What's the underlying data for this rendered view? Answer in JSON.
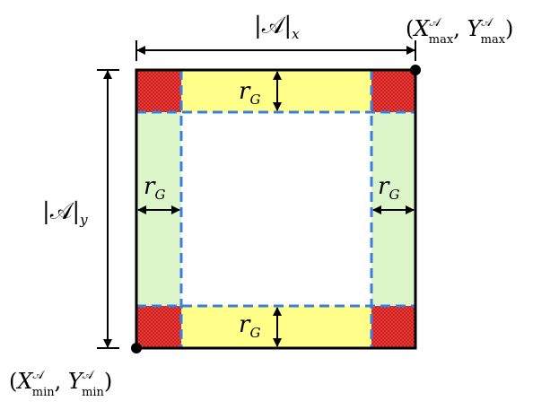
{
  "labels": {
    "width_label": {
      "base": "|𝒜|",
      "sub": "x"
    },
    "height_label": {
      "base": "|𝒜|",
      "sub": "y"
    },
    "max_corner": {
      "open": "(",
      "X": "X",
      "sup1": "𝒜",
      "sub1": "max",
      "sep": ", ",
      "Y": "Y",
      "sup2": "𝒜",
      "sub2": "max",
      "close": ")"
    },
    "min_corner": {
      "open": "(",
      "X": "X",
      "sup1": "𝒜",
      "sub1": "min",
      "sep": ", ",
      "Y": "Y",
      "sup2": "𝒜",
      "sub2": "min",
      "close": ")"
    },
    "radius": {
      "base": "r",
      "sub": "G"
    }
  },
  "colors": {
    "corner_fill": "#e31a1c",
    "edge_top_bottom_fill": "#ffff8a",
    "edge_left_right_fill": "#dcf5c8",
    "dashed_line": "#3a7fe0",
    "outline": "#000000"
  }
}
